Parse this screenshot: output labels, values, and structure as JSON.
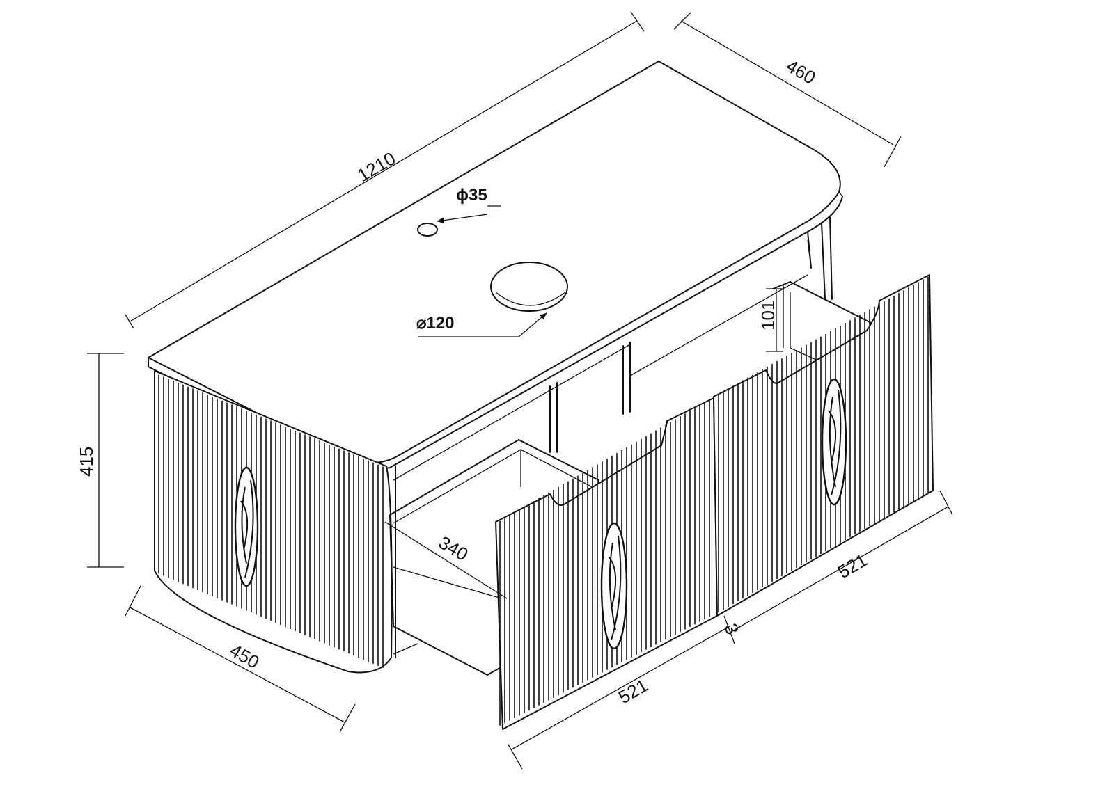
{
  "dimensions": {
    "width": "1210",
    "depth_top": "460",
    "height": "415",
    "depth_side": "450",
    "drawer_internal_depth": "340",
    "drawer_internal_height": "101",
    "drawer_front_left": "521",
    "drawer_front_right": "521",
    "drawer_gap": "3"
  },
  "callouts": {
    "tap_hole": "ϕ35",
    "waste_hole": "⌀120"
  }
}
